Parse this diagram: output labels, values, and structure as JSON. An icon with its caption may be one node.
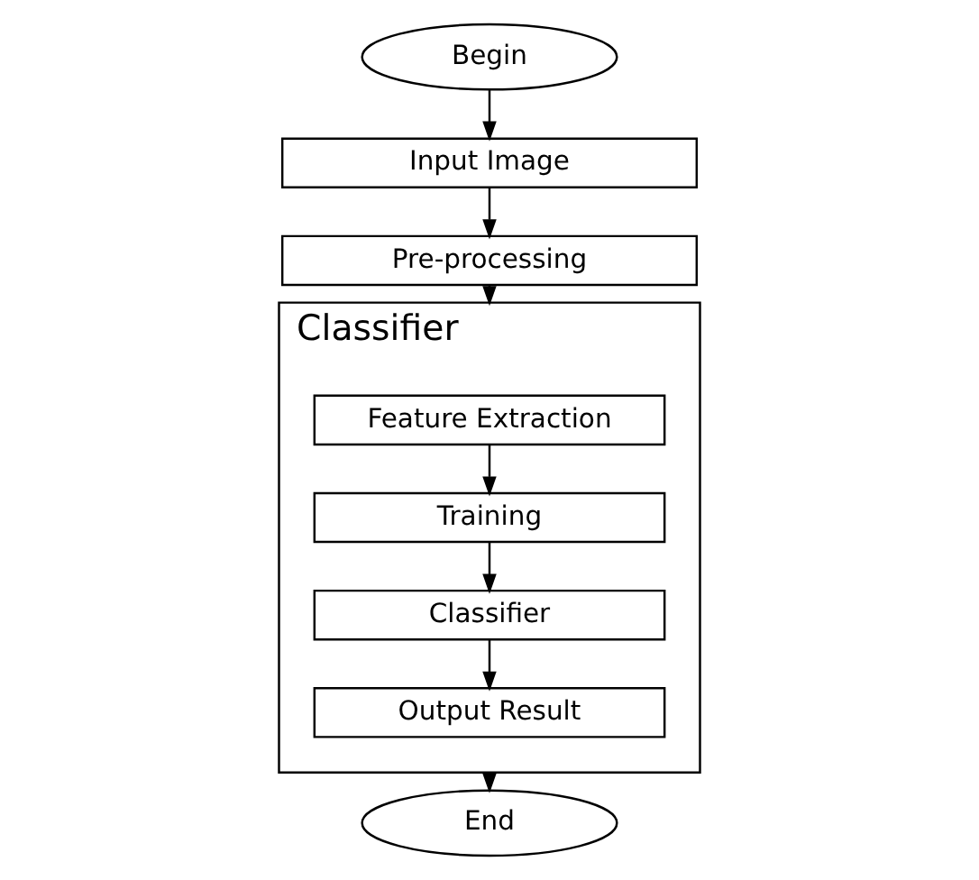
{
  "diagram": {
    "nodes": [
      {
        "text": [
          "Begin"
        ]
      },
      {
        "text": [
          "Input Image"
        ]
      },
      {
        "text": [
          "Pre-processing"
        ]
      },
      {
        "text": [
          "Classifier"
        ]
      },
      {
        "text": [
          "Feature Extraction"
        ],
        "in": 3
      },
      {
        "text": [
          "Training"
        ],
        "in": 3
      },
      {
        "text": [
          "Classifier"
        ],
        "in": 3
      },
      {
        "text": [
          "Output Result"
        ],
        "in": 3
      },
      {
        "text": [
          "End"
        ]
      }
    ],
    "edges": [
      {
        "from": 0,
        "to": 1,
        "arrow": "to"
      },
      {
        "from": 1,
        "to": 2,
        "arrow": "to"
      },
      {
        "from": 2,
        "to": 3,
        "arrow": "to"
      },
      {
        "from": 4,
        "to": 5,
        "arrow": "to"
      },
      {
        "from": 5,
        "to": 6,
        "arrow": "to"
      },
      {
        "from": 6,
        "to": 7,
        "arrow": "to"
      },
      {
        "from": 3,
        "to": 8,
        "arrow": "to"
      }
    ]
  }
}
